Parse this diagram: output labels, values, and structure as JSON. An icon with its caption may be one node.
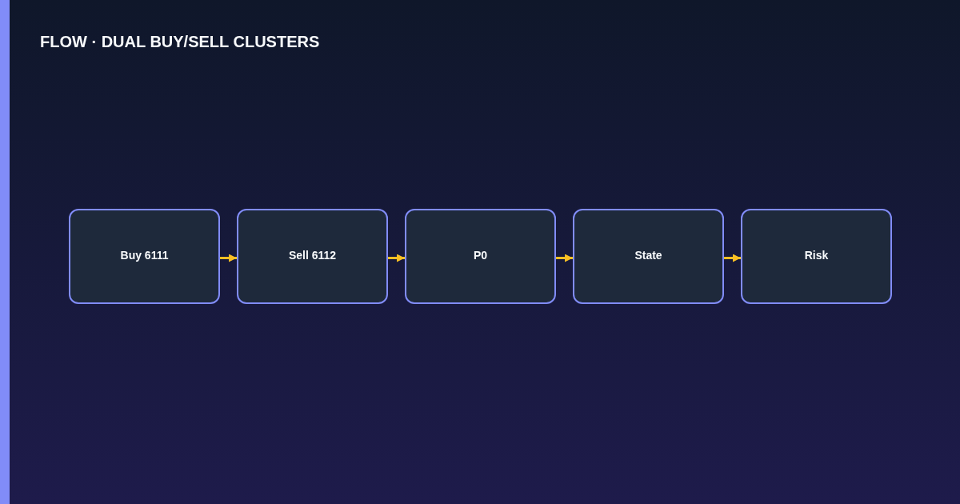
{
  "diagram": {
    "title": "FLOW · DUAL BUY/SELL CLUSTERS",
    "nodes": [
      {
        "text": [
          "Buy 6111"
        ]
      },
      {
        "text": [
          "Sell 6112"
        ]
      },
      {
        "text": [
          "P0"
        ]
      },
      {
        "text": [
          "State"
        ]
      },
      {
        "text": [
          "Risk"
        ]
      }
    ],
    "edges": [
      {
        "from": 0,
        "to": 1,
        "arrow": "to"
      },
      {
        "from": 1,
        "to": 2,
        "arrow": "to"
      },
      {
        "from": 2,
        "to": 3,
        "arrow": "to"
      },
      {
        "from": 3,
        "to": 4,
        "arrow": "to"
      }
    ]
  }
}
